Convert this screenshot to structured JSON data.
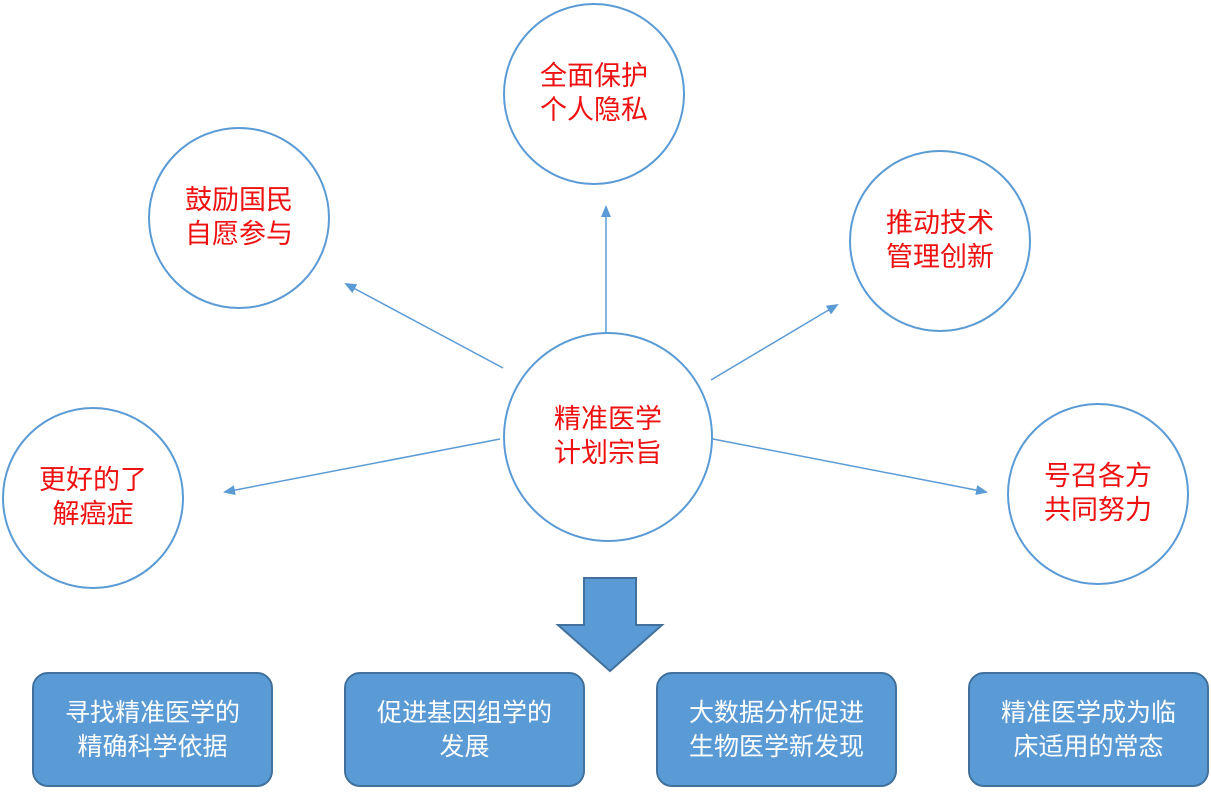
{
  "center": {
    "line1": "精准医学",
    "line2": "计划宗旨"
  },
  "goals": [
    {
      "line1": "全面保护",
      "line2": "个人隐私"
    },
    {
      "line1": "鼓励国民",
      "line2": "自愿参与"
    },
    {
      "line1": "推动技术",
      "line2": "管理创新"
    },
    {
      "line1": "更好的了",
      "line2": "解癌症"
    },
    {
      "line1": "号召各方",
      "line2": "共同努力"
    }
  ],
  "outcomes": [
    {
      "line1": "寻找精准医学的",
      "line2": "精确科学依据"
    },
    {
      "line1": "促进基因组学的",
      "line2": "发展"
    },
    {
      "line1": "大数据分析促进",
      "line2": "生物医学新发现"
    },
    {
      "line1": "精准医学成为临",
      "line2": "床适用的常态"
    }
  ],
  "colors": {
    "circle_border": "#5b9bd5",
    "circle_text": "#ee1111",
    "box_fill": "#5b9bd5",
    "box_border": "#41719c",
    "box_text": "#ffffff",
    "connector": "#5b9bd5",
    "down_arrow_fill": "#5b9bd5"
  }
}
